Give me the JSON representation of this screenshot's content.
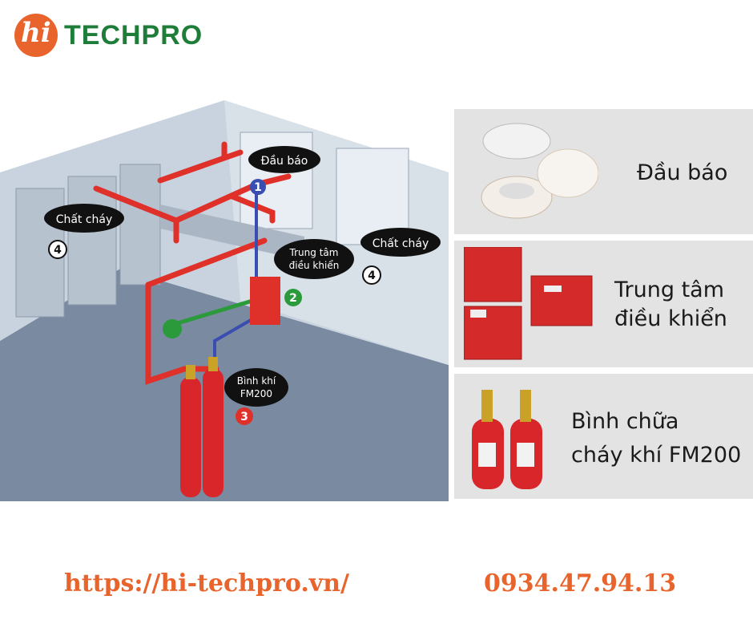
{
  "brand": {
    "logo_mark": "hi",
    "name": "TECHPRO"
  },
  "diagram": {
    "callouts": [
      {
        "text": "Đầu báo",
        "number": "1"
      },
      {
        "text_line1": "Trung tâm",
        "text_line2": "điều khiển",
        "number": "2"
      },
      {
        "text_line1": "Bình khí",
        "text_line2": "FM200",
        "number": "3"
      },
      {
        "text": "Chất cháy",
        "number": "4"
      },
      {
        "text": "Chất cháy",
        "number": "4"
      }
    ]
  },
  "panels": [
    {
      "label": "Đầu báo",
      "icon": "smoke-detector-icon"
    },
    {
      "label_line1": "Trung tâm",
      "label_line2": "điều khiển",
      "icon": "control-panel-icon"
    },
    {
      "label_line1": "Bình chữa",
      "label_line2": "cháy khí FM200",
      "icon": "gas-cylinder-icon"
    }
  ],
  "footer": {
    "url": "https://hi-techpro.vn/",
    "phone": "0934.47.94.13"
  },
  "colors": {
    "brand_orange": "#e8642c",
    "brand_green": "#1f7d3a",
    "pipe_red": "#e0302a",
    "wire_blue": "#3a4db0"
  }
}
